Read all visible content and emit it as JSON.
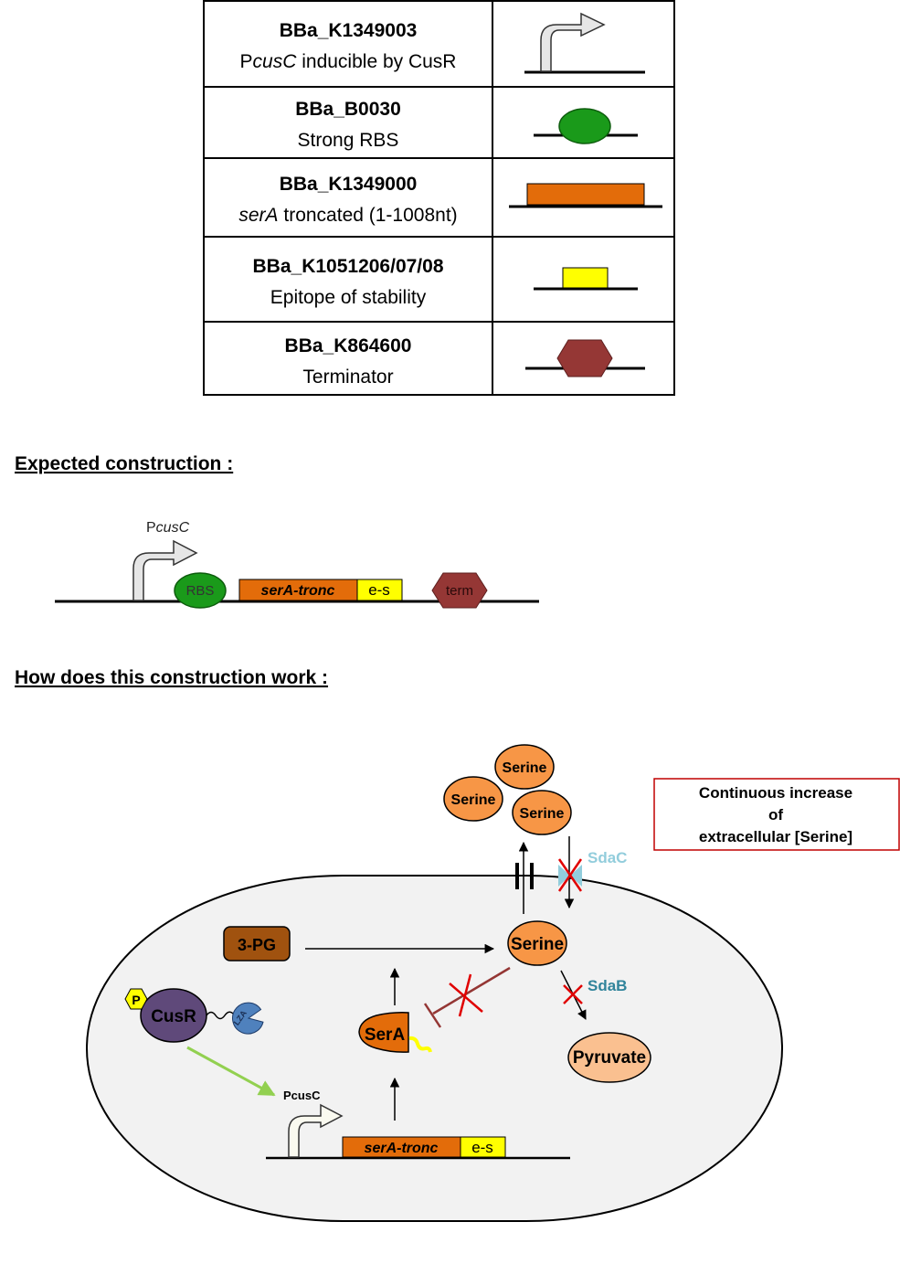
{
  "legend": {
    "rows": [
      {
        "id": "BBa_K1349003",
        "desc_prefix": "P",
        "desc_italic": "cusC",
        "desc_suffix": " inducible by CusR",
        "symbol": "promoter-arrow-icon"
      },
      {
        "id": "BBa_B0030",
        "desc_prefix": "",
        "desc_italic": "",
        "desc_suffix": "Strong RBS",
        "symbol": "rbs-ellipse-icon"
      },
      {
        "id": "BBa_K1349000",
        "desc_prefix": "",
        "desc_italic": "serA",
        "desc_suffix": " troncated (1-1008nt)",
        "symbol": "cds-box-icon"
      },
      {
        "id": "BBa_K1051206/07/08",
        "desc_prefix": "",
        "desc_italic": "",
        "desc_suffix": "Epitope of stability",
        "symbol": "epitope-box-icon"
      },
      {
        "id": "BBa_K864600",
        "desc_prefix": "",
        "desc_italic": "",
        "desc_suffix": "Terminator",
        "symbol": "terminator-hexagon-icon"
      }
    ]
  },
  "headings": {
    "expected": "Expected construction :",
    "how": "How does this construction work :"
  },
  "construct": {
    "promoter_prefix": "P",
    "promoter_italic": "cusC",
    "rbs": "RBS",
    "cds": "serA-tronc",
    "epitope": "e-s",
    "terminator": "term"
  },
  "mechanism": {
    "serine": "Serine",
    "sdac": "SdaC",
    "sdab": "SdaB",
    "pg3": "3-PG",
    "pyruvate": "Pyruvate",
    "sera": "SerA",
    "cusr": "CusR",
    "phospho": "P",
    "lza": "LZA",
    "pcusc": "PcusC",
    "gene_cds": "serA-tronc",
    "gene_epitope": "e-s",
    "note": [
      "Continuous increase",
      "of",
      "extracellular [Serine]"
    ]
  },
  "colors": {
    "orange_cds": "#e36c0a",
    "serine_fill": "#f79646",
    "pyruvate_fill": "#fac090",
    "rbs_green": "#1a9a1a",
    "epitope_yellow": "#ffff00",
    "terminator_red": "#953735",
    "pg3_brown": "#a0520f",
    "cusr_purple": "#5f497a",
    "lza_blue": "#4f81bd",
    "sdac_lightblue": "#92cddc",
    "sdab_teal": "#31849b",
    "activation_green": "#92d050",
    "inhibit_red": "#e00000",
    "inhibit_brown": "#943634",
    "note_border": "#c00000",
    "promoter_grey": "#d9d9d9"
  }
}
